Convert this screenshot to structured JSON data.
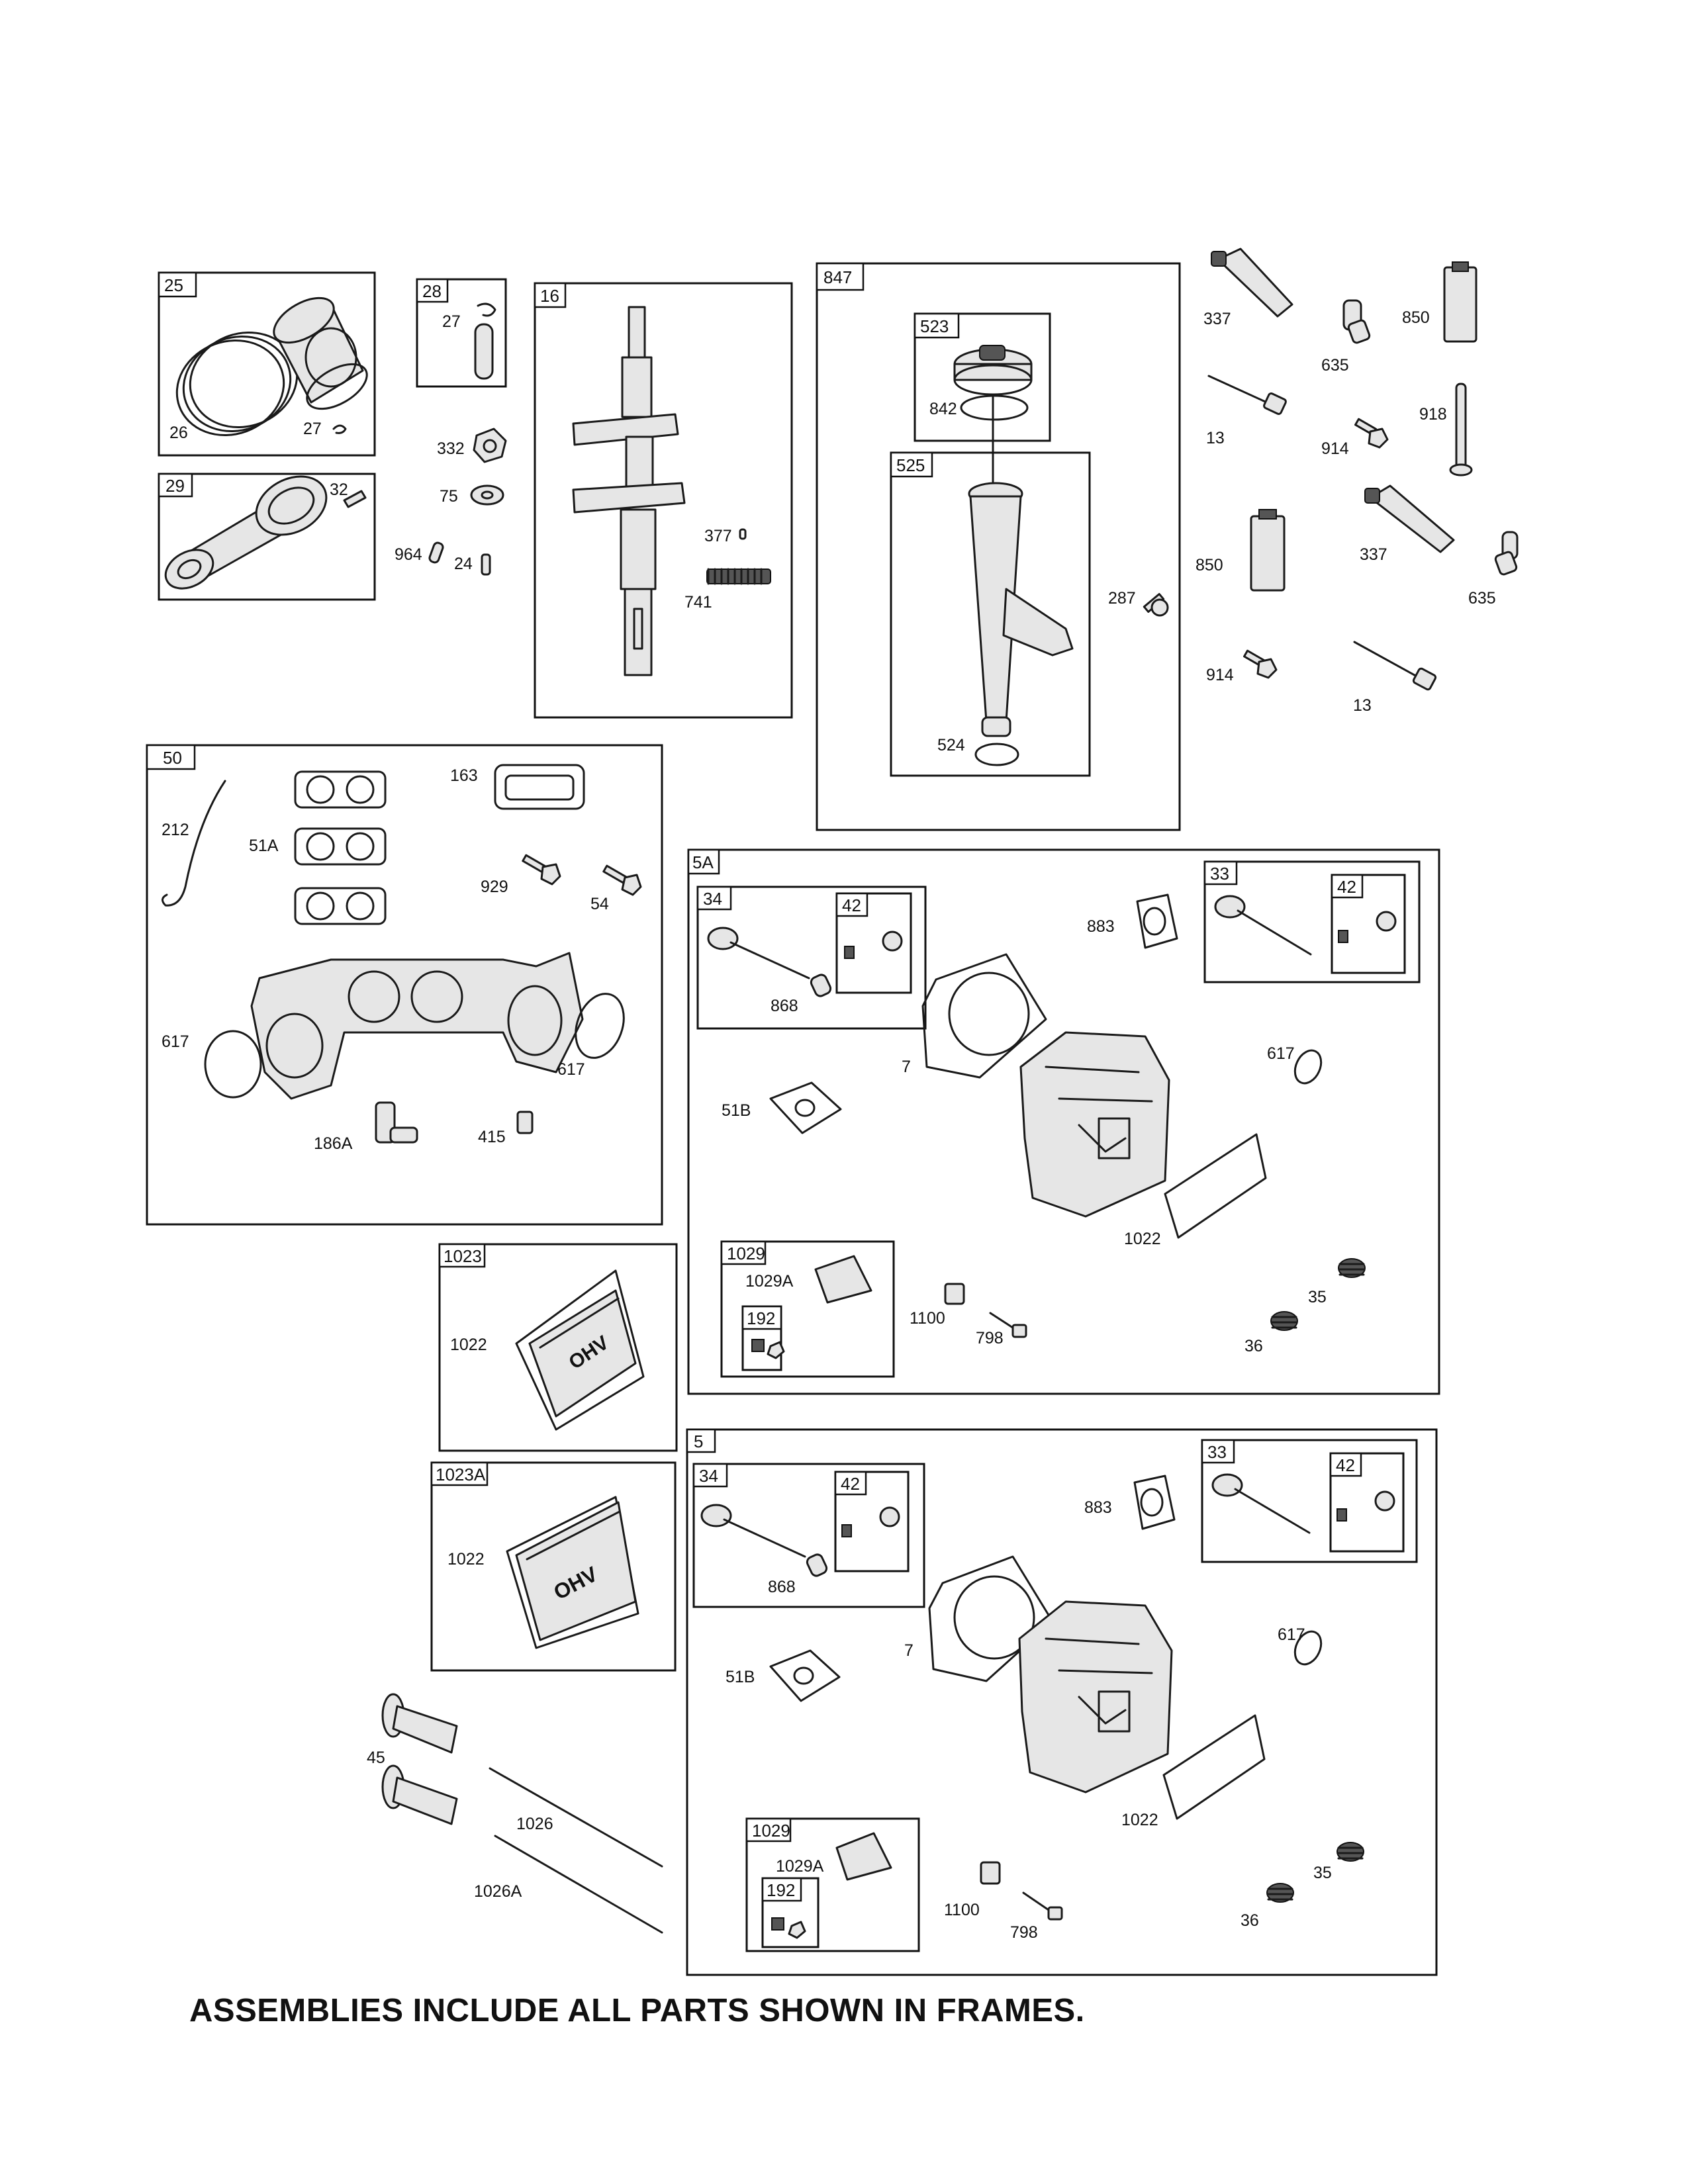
{
  "frames": {
    "f25": "25",
    "f28": "28",
    "f16": "16",
    "f847": "847",
    "f523": "523",
    "f525": "525",
    "f29": "29",
    "f50": "50",
    "f5A": "5A",
    "f5A_34": "34",
    "f5A_42a": "42",
    "f5A_33": "33",
    "f5A_42b": "42",
    "f1029a": "1029",
    "f192a": "192",
    "f1023": "1023",
    "f1023A": "1023A",
    "f5": "5",
    "f5_34": "34",
    "f5_42a": "42",
    "f5_33": "33",
    "f5_42b": "42",
    "f1029b": "1029",
    "f192b": "192"
  },
  "labels": {
    "l26": "26",
    "l27a": "27",
    "l27b": "27",
    "l332": "332",
    "l75": "75",
    "l964": "964",
    "l24": "24",
    "l32": "32",
    "l377": "377",
    "l741": "741",
    "l842": "842",
    "l287": "287",
    "l524": "524",
    "l337a": "337",
    "l635a": "635",
    "l850a": "850",
    "l13a": "13",
    "l914a": "914",
    "l918": "918",
    "l850b": "850",
    "l337b": "337",
    "l635b": "635",
    "l914b": "914",
    "l13b": "13",
    "l163": "163",
    "l212": "212",
    "l51A": "51A",
    "l929": "929",
    "l54": "54",
    "l617a": "617",
    "l617b": "617",
    "l186A": "186A",
    "l415": "415",
    "l868a": "868",
    "l883a": "883",
    "l7a": "7",
    "l617c": "617",
    "l51Ba": "51B",
    "l1022a": "1022",
    "l1029Aa": "1029A",
    "l1100a": "1100",
    "l798a": "798",
    "l35a": "35",
    "l36a": "36",
    "l1022b": "1022",
    "l1022c": "1022",
    "l45": "45",
    "l1026": "1026",
    "l1026A": "1026A",
    "l868b": "868",
    "l883b": "883",
    "l7b": "7",
    "l617d": "617",
    "l51Bb": "51B",
    "l1022d": "1022",
    "l1029Ab": "1029A",
    "l1100b": "1100",
    "l798b": "798",
    "l35b": "35",
    "l36b": "36"
  },
  "decals": {
    "ohv": "OHV"
  },
  "footer": "ASSEMBLIES INCLUDE ALL PARTS SHOWN IN FRAMES."
}
